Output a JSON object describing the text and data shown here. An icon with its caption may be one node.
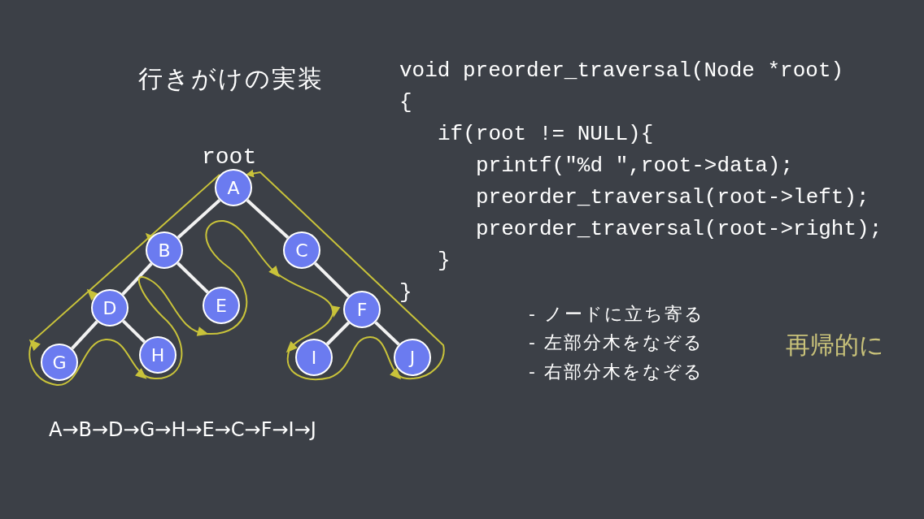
{
  "diagram": {
    "title": "行きがけの実装",
    "nodes": [
      {
        "text": [
          "A"
        ],
        "beside": [
          "root"
        ]
      },
      {
        "text": [
          "B"
        ]
      },
      {
        "text": [
          "C"
        ]
      },
      {
        "text": [
          "D"
        ]
      },
      {
        "text": [
          "E"
        ]
      },
      {
        "text": [
          "F"
        ]
      },
      {
        "text": [
          "G"
        ]
      },
      {
        "text": [
          "H"
        ]
      },
      {
        "text": [
          "I"
        ]
      },
      {
        "text": [
          "J"
        ]
      }
    ],
    "edges": [
      {
        "from": 0,
        "to": 1,
        "arrow": "none"
      },
      {
        "from": 0,
        "to": 2,
        "arrow": "none"
      },
      {
        "from": 1,
        "to": 3,
        "arrow": "none"
      },
      {
        "from": 1,
        "to": 4,
        "arrow": "none"
      },
      {
        "from": 3,
        "to": 6,
        "arrow": "none"
      },
      {
        "from": 3,
        "to": 7,
        "arrow": "none"
      },
      {
        "from": 2,
        "to": 5,
        "arrow": "none"
      },
      {
        "from": 5,
        "to": 8,
        "arrow": "none"
      },
      {
        "from": 5,
        "to": 9,
        "arrow": "none"
      },
      {
        "from": 0,
        "to": 0,
        "arrow": "to",
        "color": "#c9c33a"
      }
    ],
    "labels": [
      "void preorder_traversal(Node *root)",
      "{",
      "if(root != NULL){",
      "printf(\"%d \",root->data);",
      "preorder_traversal(root->left);",
      "preorder_traversal(root->right);",
      "}",
      "}",
      "- ノードに立ち寄る",
      "- 左部分木をなぞる",
      "- 右部分木をなぞる",
      "再帰的に",
      "A→B→D→G→H→E→C→F→I→J"
    ]
  }
}
